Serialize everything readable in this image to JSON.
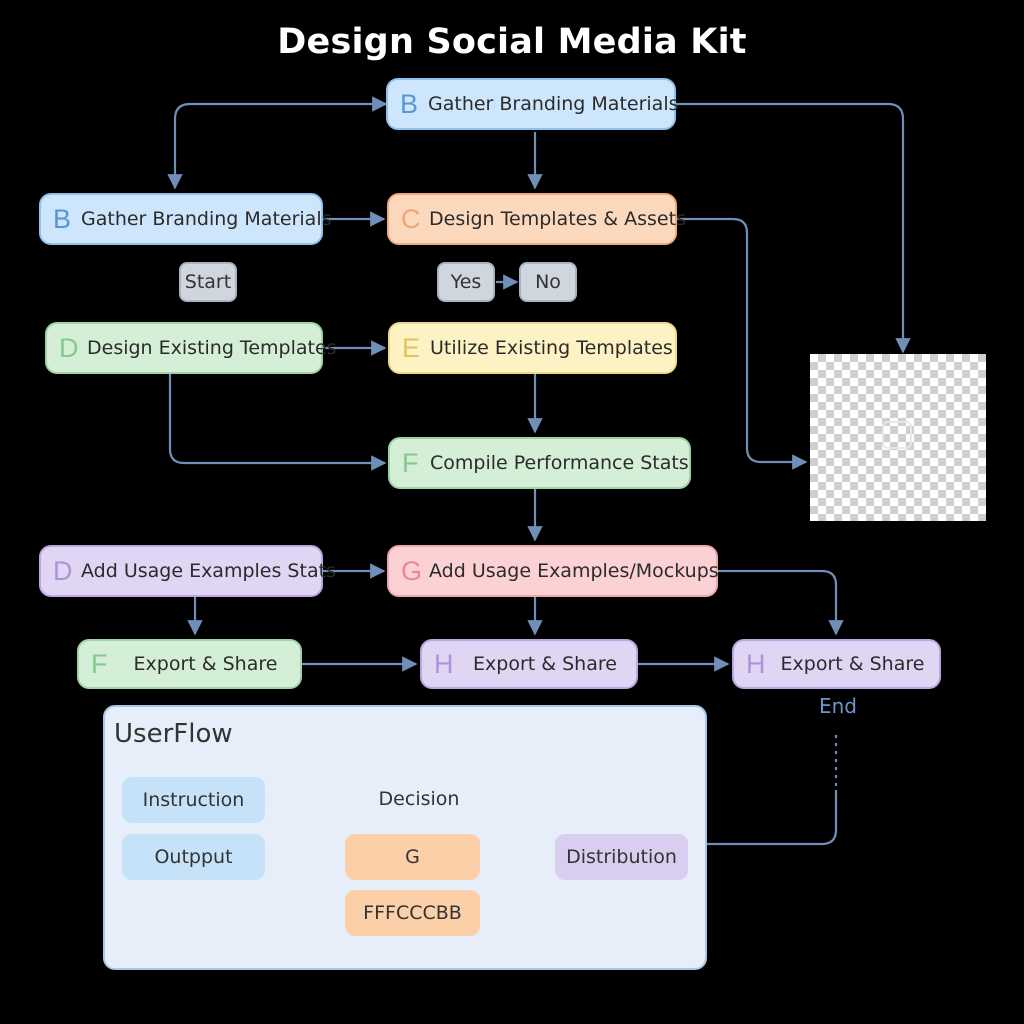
{
  "title": "Design Social Media Kit",
  "nodes": {
    "b_top": {
      "letter": "B",
      "label": "Gather Branding Materials"
    },
    "b_left": {
      "letter": "B",
      "label": "Gather Branding Materials"
    },
    "c": {
      "letter": "C",
      "label": "Design Templates & Assets"
    },
    "d_green": {
      "letter": "D",
      "label": "Design Existing Templates"
    },
    "e": {
      "letter": "E",
      "label": "Utilize Existing Templates"
    },
    "f_compile": {
      "letter": "F",
      "label": "Compile Performance Stats"
    },
    "d_purple": {
      "letter": "D",
      "label": "Add Usage Examples Stats"
    },
    "g": {
      "letter": "G",
      "label": "Add Usage Examples/Mockups"
    },
    "f_export": {
      "letter": "F",
      "label": "Export & Share"
    },
    "h_mid": {
      "letter": "H",
      "label": "Export & Share"
    },
    "h_right": {
      "letter": "H",
      "label": "Export & Share"
    }
  },
  "chips": {
    "start": "Start",
    "yes": "Yes",
    "no": "No"
  },
  "end_label": "End",
  "image_icon": "image-placeholder-icon",
  "userflow": {
    "title": "UserFlow",
    "instruction": "Instruction",
    "decision": "Decision",
    "output": "Outpput",
    "g": "G",
    "distribution": "Distribution",
    "color_code": "FFFCCCBB"
  },
  "colors": {
    "background": "#000000",
    "connector": "#6f8fb8",
    "blue": "#cde6fb",
    "orange": "#fcd8bd",
    "green": "#d4efd6",
    "yellow": "#fdf2c3",
    "purple": "#e0d5f3",
    "pink": "#fbd1d4",
    "panel": "#e6eff9"
  }
}
